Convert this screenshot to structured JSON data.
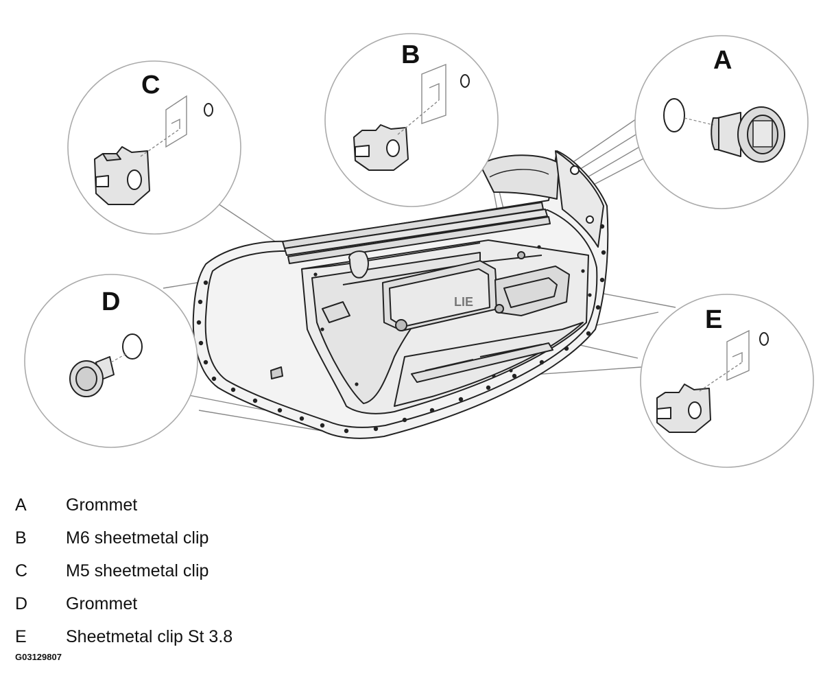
{
  "callouts": {
    "a": "A",
    "b": "B",
    "c": "C",
    "d": "D",
    "e": "E"
  },
  "legend": [
    {
      "key": "A",
      "text": "Grommet"
    },
    {
      "key": "B",
      "text": "M6 sheetmetal clip"
    },
    {
      "key": "C",
      "text": "M5 sheetmetal clip"
    },
    {
      "key": "D",
      "text": "Grommet"
    },
    {
      "key": "E",
      "text": "Sheetmetal clip St 3.8"
    }
  ],
  "figure_id": "G03129807"
}
